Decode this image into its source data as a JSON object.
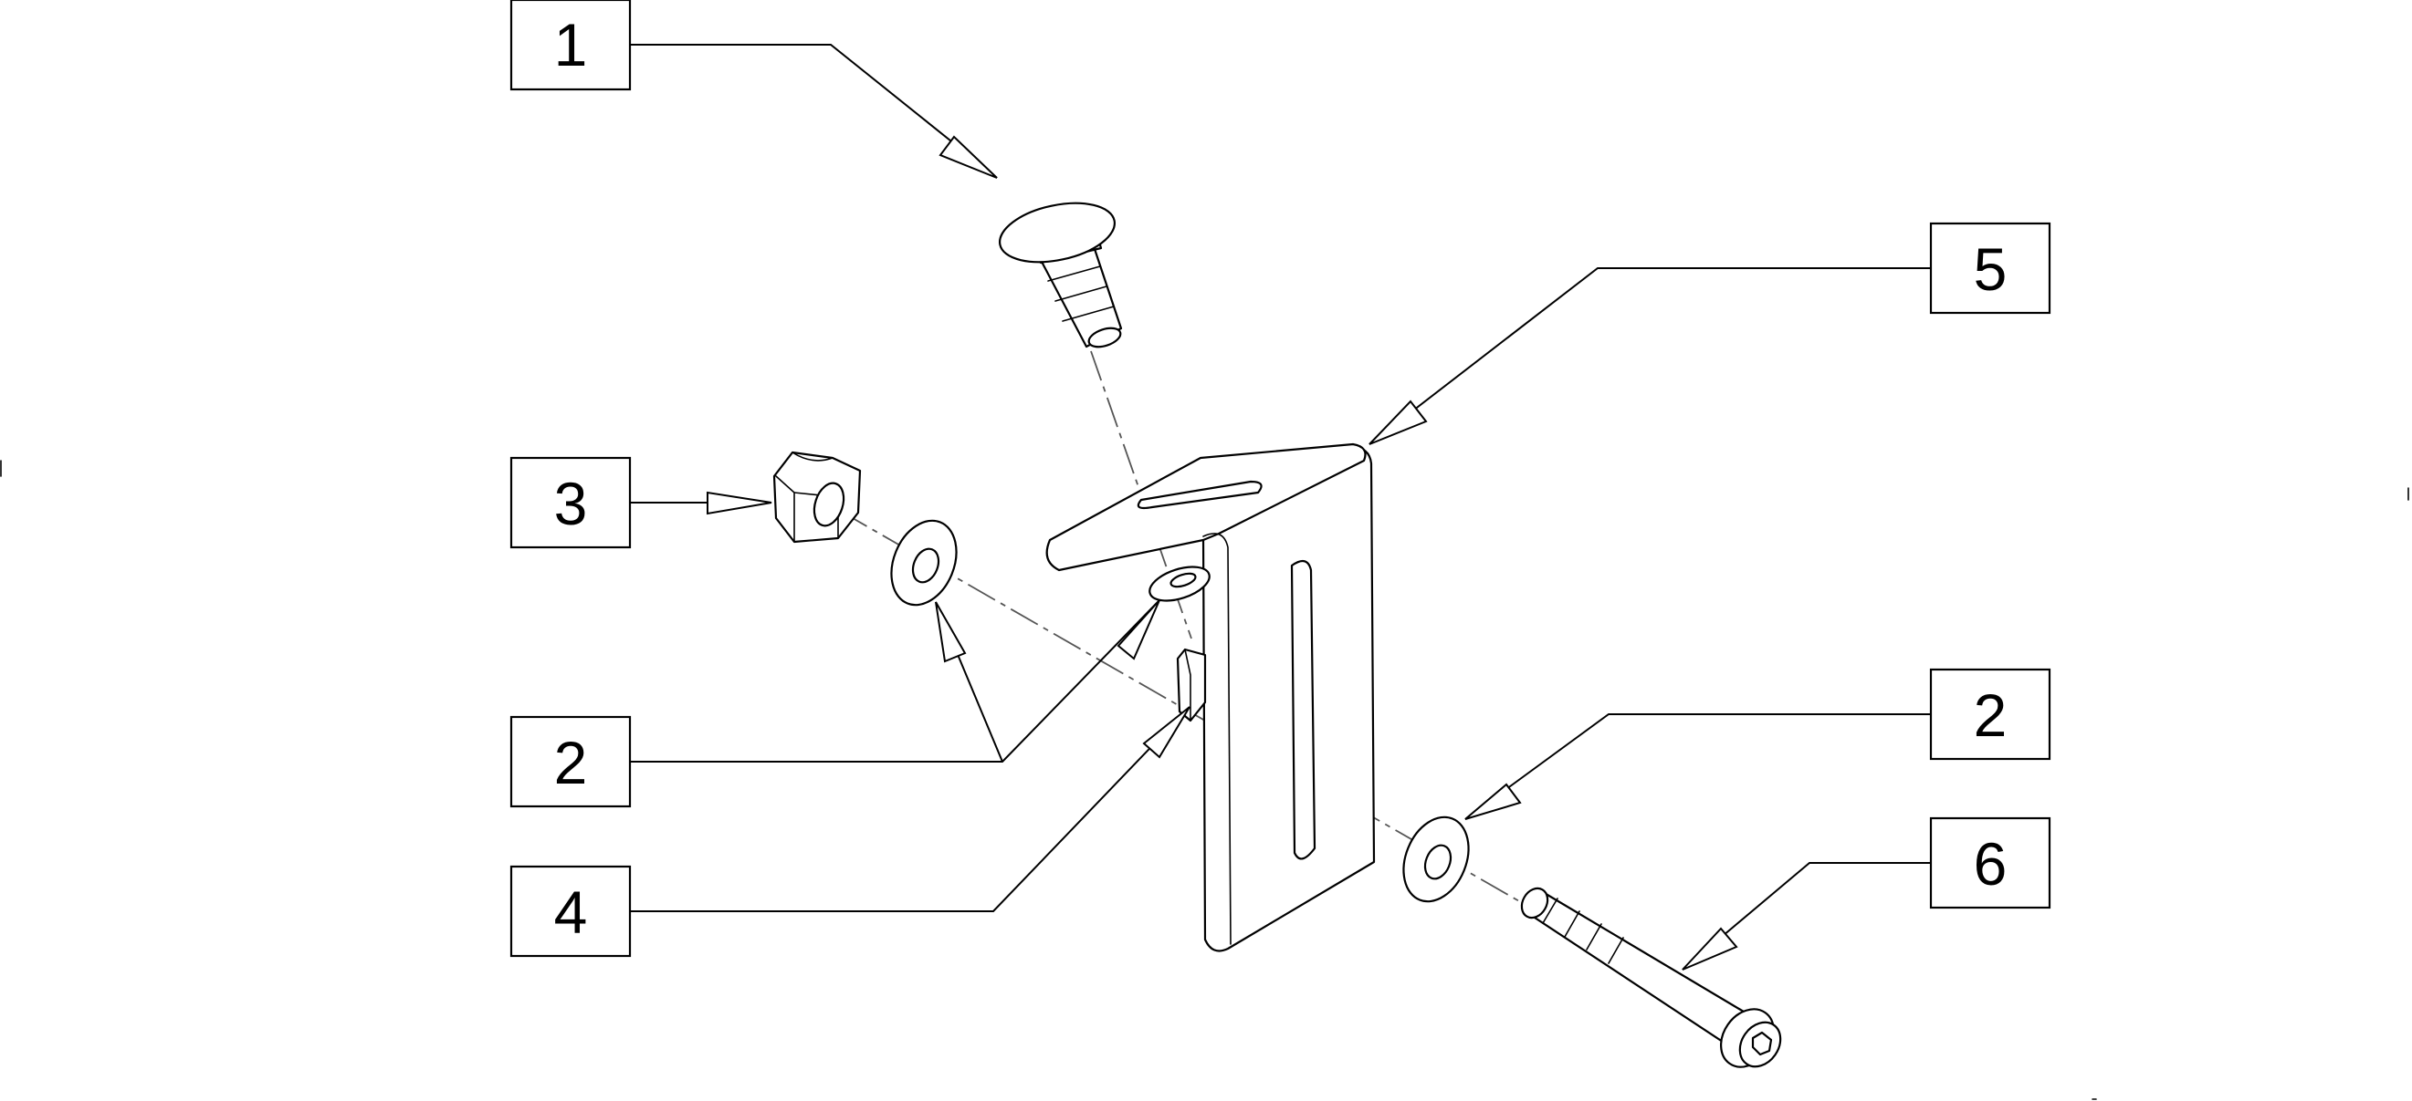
{
  "callouts": [
    {
      "id": "c1",
      "label": "1"
    },
    {
      "id": "c5",
      "label": "5"
    },
    {
      "id": "c3",
      "label": "3"
    },
    {
      "id": "c2a",
      "label": "2"
    },
    {
      "id": "c4",
      "label": "4"
    },
    {
      "id": "c2b",
      "label": "2"
    },
    {
      "id": "c6",
      "label": "6"
    }
  ]
}
